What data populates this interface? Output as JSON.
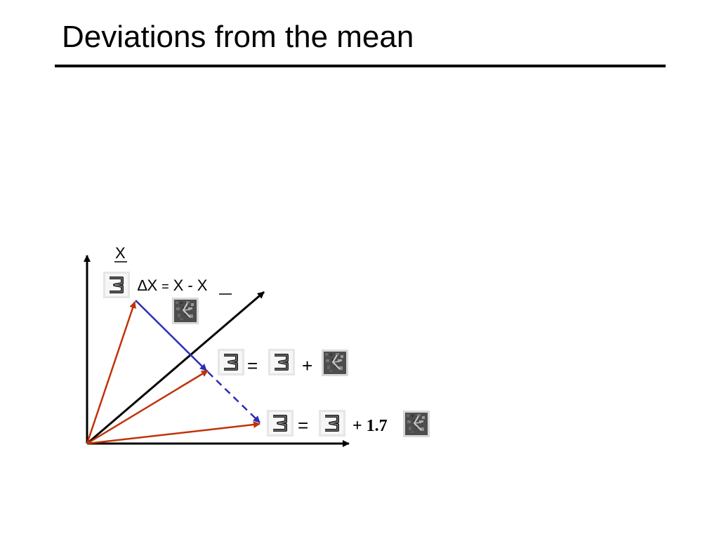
{
  "slide": {
    "title": "Deviations from the mean"
  },
  "diagram": {
    "mean_label": "X",
    "delta_symbol": "∆",
    "delta_lhs": "X",
    "delta_eq": "=",
    "delta_x": "X",
    "delta_minus": "-",
    "delta_mean": "X",
    "eq1": {
      "equals": "=",
      "plus": "+"
    },
    "eq2": {
      "equals": "=",
      "plus_coef": "+ 1.7"
    },
    "colors": {
      "axis": "#000000",
      "sample_vector": "#c0330a",
      "deviation": "#2d2db4",
      "mean_axis": "#000000"
    },
    "images": {
      "digit": "digit-three-icon",
      "deviation": "deviation-noise-icon"
    }
  }
}
